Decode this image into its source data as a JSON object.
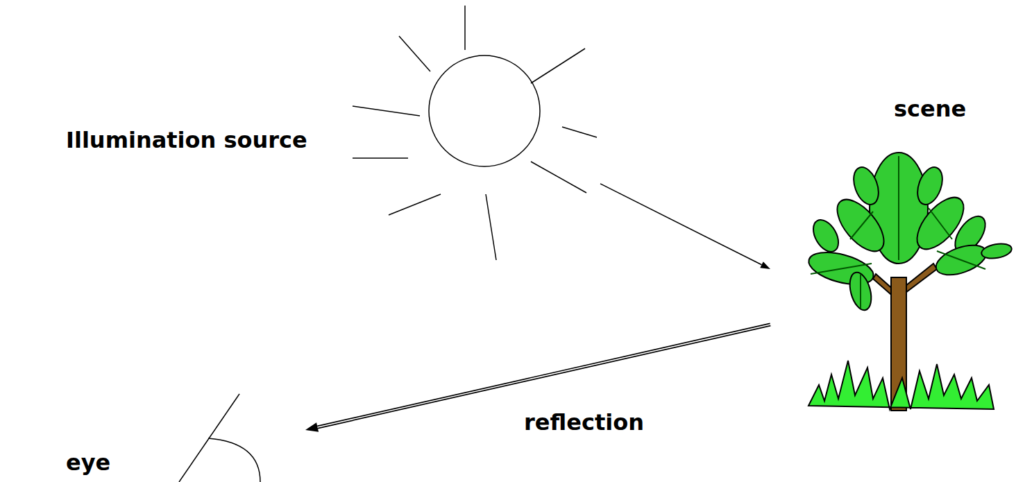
{
  "diagram": {
    "nodes": [
      {
        "text": [
          "Illumination source"
        ]
      },
      {
        "text": [
          "scene"
        ]
      },
      {
        "text": [
          "eye"
        ]
      }
    ],
    "edges": [
      {
        "from": 0,
        "to": 1,
        "arrow": "to"
      },
      {
        "from": 1,
        "to": 2,
        "label": "reflection",
        "arrow": "to"
      }
    ]
  }
}
